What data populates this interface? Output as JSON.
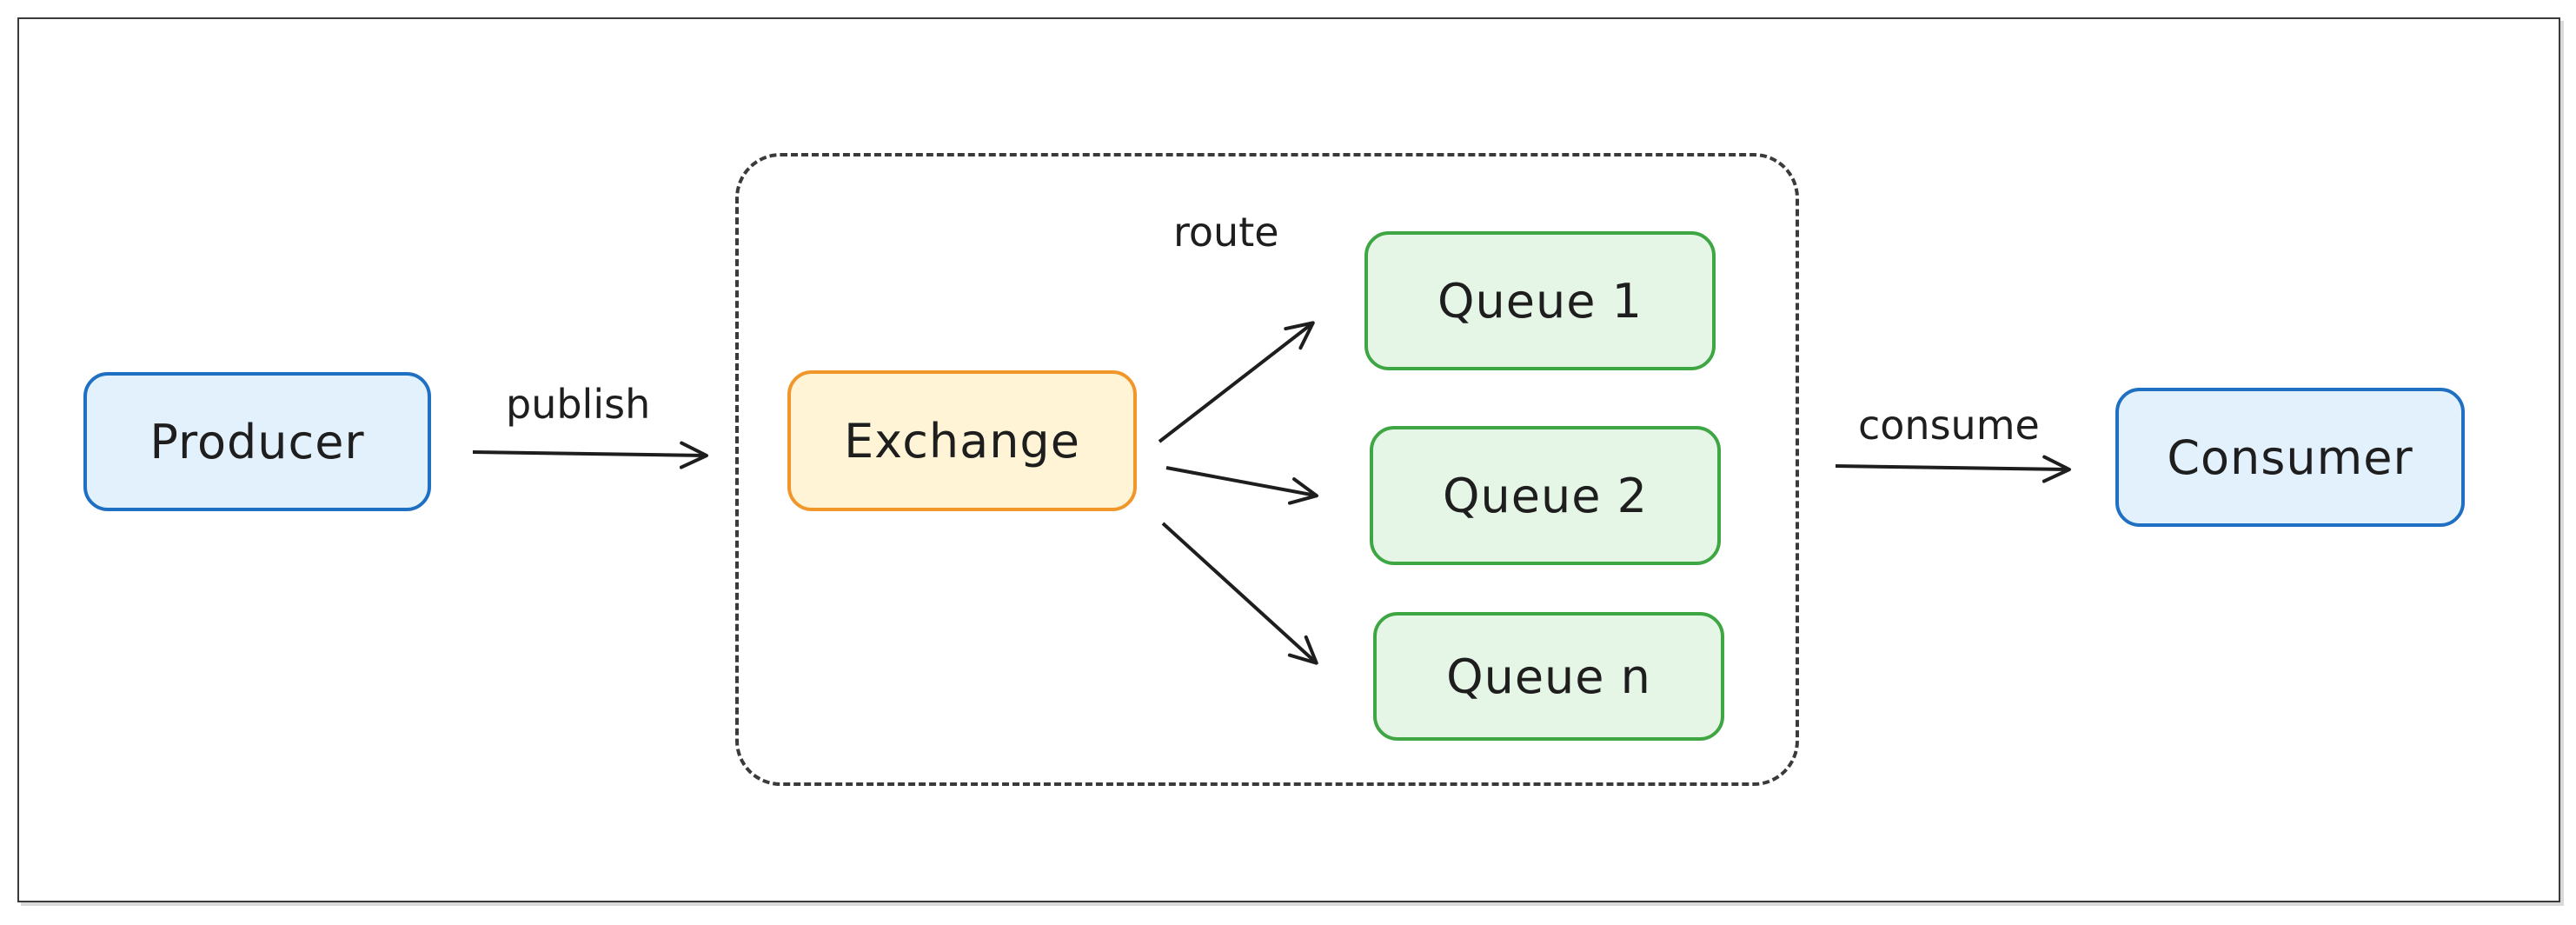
{
  "nodes": {
    "producer": "Producer",
    "exchange": "Exchange",
    "queue1": "Queue 1",
    "queue2": "Queue 2",
    "queuen": "Queue n",
    "consumer": "Consumer"
  },
  "edge_labels": {
    "publish": "publish",
    "route": "route",
    "consume": "consume"
  },
  "colors": {
    "blue_fill": "#e3f1fc",
    "blue_stroke": "#1f6fc2",
    "orange_fill": "#fff5d6",
    "orange_stroke": "#f0962a",
    "green_fill": "#e6f6e6",
    "green_stroke": "#3fa644",
    "line": "#1e1e1e"
  }
}
